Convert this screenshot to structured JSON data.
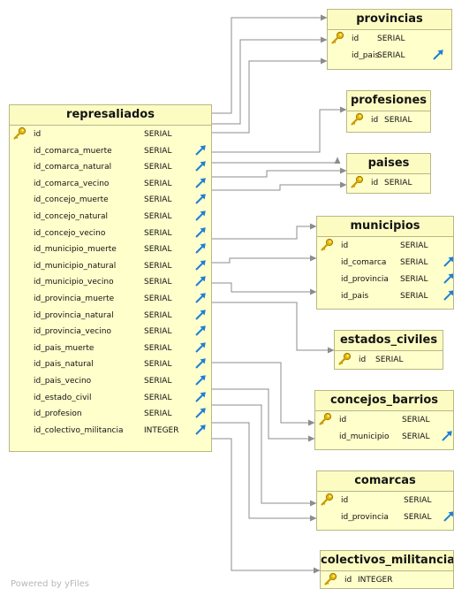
{
  "footer": "Powered by yFiles",
  "tables": [
    {
      "name": "represaliados",
      "columns": [
        {
          "name": "id",
          "type": "SERIAL",
          "pk": true
        },
        {
          "name": "id_comarca_muerte",
          "type": "SERIAL",
          "fk": true
        },
        {
          "name": "id_comarca_natural",
          "type": "SERIAL",
          "fk": true
        },
        {
          "name": "id_comarca_vecino",
          "type": "SERIAL",
          "fk": true
        },
        {
          "name": "id_concejo_muerte",
          "type": "SERIAL",
          "fk": true
        },
        {
          "name": "id_concejo_natural",
          "type": "SERIAL",
          "fk": true
        },
        {
          "name": "id_concejo_vecino",
          "type": "SERIAL",
          "fk": true
        },
        {
          "name": "id_municipio_muerte",
          "type": "SERIAL",
          "fk": true
        },
        {
          "name": "id_municipio_natural",
          "type": "SERIAL",
          "fk": true
        },
        {
          "name": "id_municipio_vecino",
          "type": "SERIAL",
          "fk": true
        },
        {
          "name": "id_provincia_muerte",
          "type": "SERIAL",
          "fk": true
        },
        {
          "name": "id_provincia_natural",
          "type": "SERIAL",
          "fk": true
        },
        {
          "name": "id_provincia_vecino",
          "type": "SERIAL",
          "fk": true
        },
        {
          "name": "id_pais_muerte",
          "type": "SERIAL",
          "fk": true
        },
        {
          "name": "id_pais_natural",
          "type": "SERIAL",
          "fk": true
        },
        {
          "name": "id_pais_vecino",
          "type": "SERIAL",
          "fk": true
        },
        {
          "name": "id_estado_civil",
          "type": "SERIAL",
          "fk": true
        },
        {
          "name": "id_profesion",
          "type": "SERIAL",
          "fk": true
        },
        {
          "name": "id_colectivo_militancia",
          "type": "INTEGER",
          "fk": true
        }
      ]
    },
    {
      "name": "provincias",
      "columns": [
        {
          "name": "id",
          "type": "SERIAL",
          "pk": true
        },
        {
          "name": "id_pais",
          "type": "SERIAL",
          "fk": true
        }
      ]
    },
    {
      "name": "profesiones",
      "columns": [
        {
          "name": "id",
          "type": "SERIAL",
          "pk": true
        }
      ]
    },
    {
      "name": "paises",
      "columns": [
        {
          "name": "id",
          "type": "SERIAL",
          "pk": true
        }
      ]
    },
    {
      "name": "municipios",
      "columns": [
        {
          "name": "id",
          "type": "SERIAL",
          "pk": true
        },
        {
          "name": "id_comarca",
          "type": "SERIAL",
          "fk": true
        },
        {
          "name": "id_provincia",
          "type": "SERIAL",
          "fk": true
        },
        {
          "name": "id_pais",
          "type": "SERIAL",
          "fk": true
        }
      ]
    },
    {
      "name": "estados_civiles",
      "columns": [
        {
          "name": "id",
          "type": "SERIAL",
          "pk": true
        }
      ]
    },
    {
      "name": "concejos_barrios",
      "columns": [
        {
          "name": "id",
          "type": "SERIAL",
          "pk": true
        },
        {
          "name": "id_municipio",
          "type": "SERIAL",
          "fk": true
        }
      ]
    },
    {
      "name": "comarcas",
      "columns": [
        {
          "name": "id",
          "type": "SERIAL",
          "pk": true
        },
        {
          "name": "id_provincia",
          "type": "SERIAL",
          "fk": true
        }
      ]
    },
    {
      "name": "colectivos_militancia",
      "columns": [
        {
          "name": "id",
          "type": "INTEGER",
          "pk": true
        }
      ]
    }
  ]
}
